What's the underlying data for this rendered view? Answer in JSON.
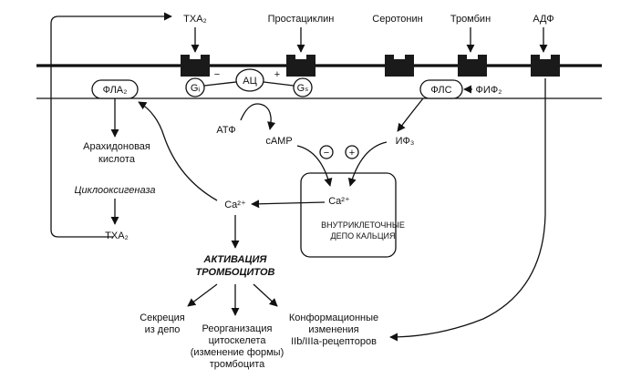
{
  "receptors": {
    "txa2": "ТХА₂",
    "prostacyclin": "Простациклин",
    "serotonin": "Серотонин",
    "thrombin": "Тромбин",
    "adp": "АДФ"
  },
  "membrane_elements": {
    "gi": "Gᵢ",
    "ac": "АЦ",
    "gs": "Gₛ",
    "minus": "−",
    "plus": "+",
    "fla2": "ФЛА₂",
    "fls": "ФЛС",
    "fif2": "ФИФ₂"
  },
  "pathway": {
    "atp": "АТФ",
    "camp": "cAMP",
    "if3": "ИФ₃",
    "camp_effect": "−",
    "if3_effect": "+",
    "ca_store": "Ca²⁺",
    "ca_cytosol": "Ca²⁺",
    "store_label_1": "ВНУТРИКЛЕТОЧНЫЕ",
    "store_label_2": "ДЕПО КАЛЬЦИЯ",
    "arach_1": "Арахидоновая",
    "arach_2": "кислота",
    "cox": "Циклооксигеназа",
    "txa2_product": "ТХА₂"
  },
  "activation": {
    "line1": "АКТИВАЦИЯ",
    "line2": "ТРОМБОЦИТОВ"
  },
  "outcomes": {
    "secretion_1": "Секреция",
    "secretion_2": "из депо",
    "reorg_1": "Реорганизация",
    "reorg_2": "цитоскелета",
    "reorg_3": "(изменение формы)",
    "reorg_4": "тромбоцита",
    "conf_1": "Конформационные",
    "conf_2": "изменения",
    "conf_3": "IIb/IIIa-рецепторов"
  }
}
